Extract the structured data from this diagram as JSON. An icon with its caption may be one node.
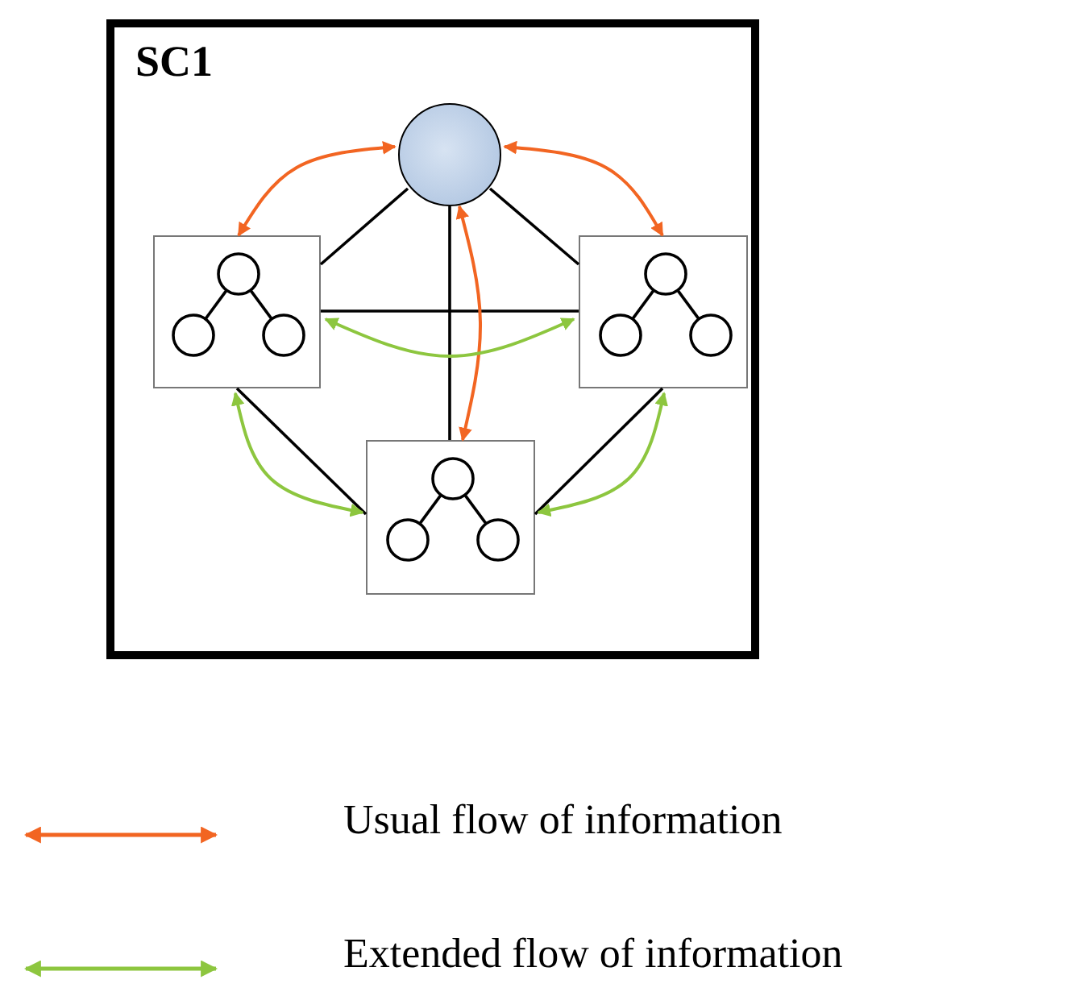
{
  "diagram": {
    "nodes": [
      {
        "text": [
          "SC1"
        ]
      },
      {
        "text": [],
        "shape": "circle",
        "in": 0
      },
      {
        "text": [],
        "shape": "box",
        "in": 0
      },
      {
        "text": [],
        "shape": "box",
        "in": 0
      },
      {
        "text": [],
        "shape": "box",
        "in": 0
      }
    ],
    "edges": [
      {
        "from": 1,
        "to": 2,
        "arrow": "none"
      },
      {
        "from": 1,
        "to": 3,
        "arrow": "none"
      },
      {
        "from": 1,
        "to": 4,
        "arrow": "none"
      },
      {
        "from": 2,
        "to": 3,
        "arrow": "none"
      },
      {
        "from": 2,
        "to": 4,
        "arrow": "none"
      },
      {
        "from": 3,
        "to": 4,
        "arrow": "none"
      },
      {
        "from": 1,
        "to": 2,
        "arrow": "both",
        "color": "#f26522"
      },
      {
        "from": 1,
        "to": 3,
        "arrow": "both",
        "color": "#f26522"
      },
      {
        "from": 1,
        "to": 4,
        "arrow": "both",
        "color": "#f26522"
      },
      {
        "from": 2,
        "to": 3,
        "arrow": "both",
        "color": "#8dc63f"
      },
      {
        "from": 2,
        "to": 4,
        "arrow": "both",
        "color": "#8dc63f"
      },
      {
        "from": 3,
        "to": 4,
        "arrow": "both",
        "color": "#8dc63f"
      }
    ],
    "legend": [
      {
        "text": "Usual flow of information"
      },
      {
        "text": "Extended flow of information"
      }
    ]
  }
}
